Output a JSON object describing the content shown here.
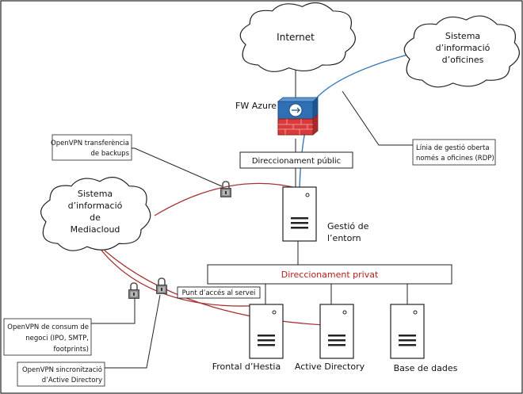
{
  "diagram": {
    "clouds": {
      "internet": "Internet",
      "office_system": [
        "Sistema",
        "d’informació",
        "d’oficines"
      ],
      "mediacloud_system": [
        "Sistema",
        "d’informació",
        "de",
        "Mediacloud"
      ]
    },
    "nodes": {
      "firewall_label": "FW Azure",
      "public_addressing": "Direccionament públic",
      "server_label": [
        "Gestió de",
        "l’entorn"
      ],
      "private_addressing": "Direccionament privat",
      "access_point_label": "Punt d’accés al servei",
      "frontal": "Frontal d’Hestia",
      "active_directory": "Active Directory",
      "database": "Base de dades"
    },
    "callouts": {
      "backup_vpn": [
        "OpenVPN transferència",
        "de backups"
      ],
      "management_line": [
        "Línia de gestió oberta",
        "només a oficines (RDP)"
      ],
      "business_vpn": [
        "OpenVPN de consum de",
        "negoci (IPO, SMTP,",
        "footprints)"
      ],
      "ad_vpn": [
        "OpenVPN sincronització",
        "d’Active Directory"
      ]
    },
    "colors": {
      "vpn_line": "#a83232",
      "management_line": "#3a78b8",
      "private_bar": "#b81c1c",
      "firewall": "#d93a3a"
    }
  }
}
